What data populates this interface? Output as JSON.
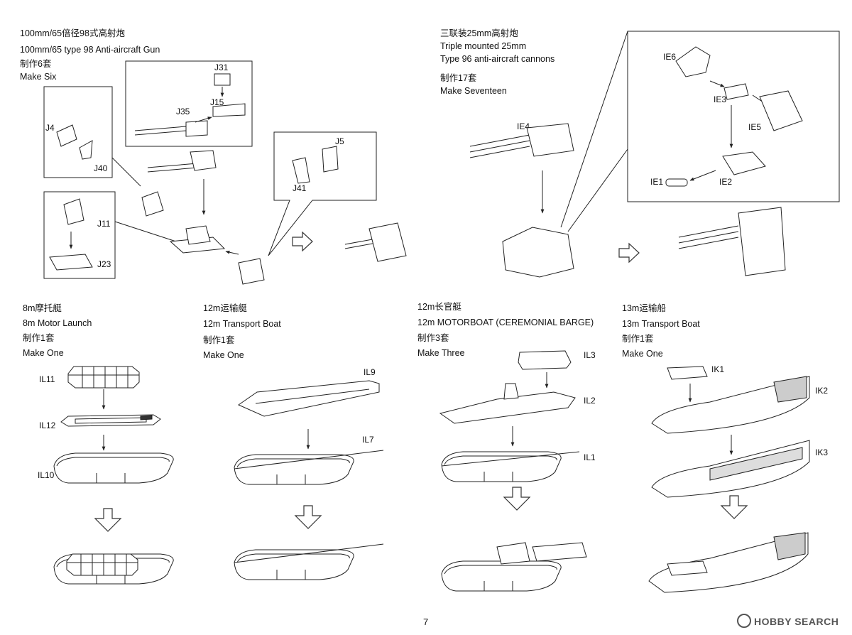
{
  "sections": {
    "gun100": {
      "title_cn": "100mm/65倍径98式高射炮",
      "title_en": "100mm/65 type 98 Anti-aircraft Gun",
      "make_cn": "制作6套",
      "make_en": "Make  Six",
      "parts": [
        "J31",
        "J15",
        "J35",
        "J4",
        "J40",
        "J5",
        "J41",
        "J11",
        "J23"
      ]
    },
    "gun25": {
      "title_cn": "三联装25mm高射炮",
      "title_en1": "Triple mounted 25mm",
      "title_en2": "Type 96 anti-aircraft cannons",
      "make_cn": "制作17套",
      "make_en": "Make  Seventeen",
      "parts": [
        "IE6",
        "IE3",
        "IE5",
        "IE4",
        "IE1",
        "IE2"
      ]
    },
    "launch8": {
      "title_cn": "8m摩托艇",
      "title_en": "8m Motor Launch",
      "make_cn": "制作1套",
      "make_en": "Make  One",
      "parts": [
        "IL11",
        "IL12",
        "IL10"
      ]
    },
    "boat12": {
      "title_cn": "12m运输艇",
      "title_en": "12m  Transport Boat",
      "make_cn": "制作1套",
      "make_en": "Make  One",
      "parts": [
        "IL9",
        "IL7"
      ]
    },
    "barge12": {
      "title_cn": "12m长官艇",
      "title_en": "12m  MOTORBOAT (CEREMONIAL BARGE)",
      "make_cn": "制作3套",
      "make_en": "Make  Three",
      "parts": [
        "IL3",
        "IL2",
        "IL1"
      ]
    },
    "boat13": {
      "title_cn": "13m运输船",
      "title_en": "13m  Transport Boat",
      "make_cn": "制作1套",
      "make_en": "Make  One",
      "parts": [
        "IK1",
        "IK2",
        "IK3"
      ]
    }
  },
  "page_number": "7",
  "watermark": "HOBBY SEARCH",
  "colors": {
    "line": "#222222",
    "fill": "#ffffff",
    "shade": "#555555"
  }
}
